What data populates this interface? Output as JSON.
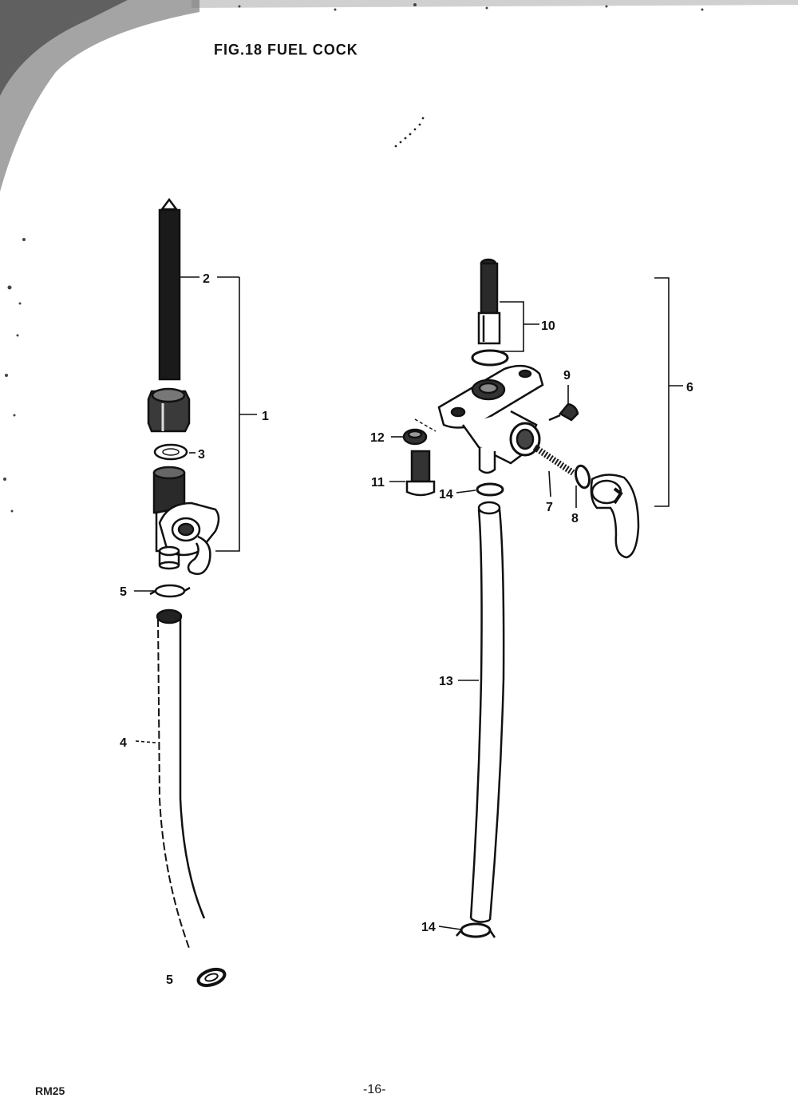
{
  "header": {
    "title": "FIG.18  FUEL COCK"
  },
  "footer": {
    "model": "RM25",
    "page": "-16-"
  },
  "callouts": {
    "c1": "1",
    "c2": "2",
    "c3": "3",
    "c4": "4",
    "c5a": "5",
    "c5b": "5",
    "c6": "6",
    "c7": "7",
    "c8": "8",
    "c9": "9",
    "c10": "10",
    "c11": "11",
    "c12": "12",
    "c13": "13",
    "c14a": "14",
    "c14b": "14"
  }
}
